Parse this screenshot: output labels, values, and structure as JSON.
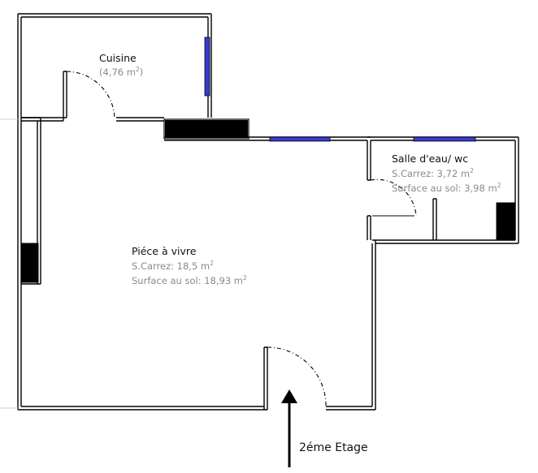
{
  "rooms": {
    "cuisine": {
      "name": "Cuisine",
      "area_open": "(4,76 m",
      "area_unit_sup": "2",
      "area_close": ")"
    },
    "salle_eau": {
      "name": "Salle d'eau/ wc",
      "carrez": "S.Carrez: 3,72 m",
      "carrez_sup": "2",
      "sol": "Surface au sol: 3,98 m",
      "sol_sup": "2"
    },
    "piece_vivre": {
      "name": "Piéce à vivre",
      "carrez": "S.Carrez: 18,5 m",
      "carrez_sup": "2",
      "sol": "Surface au sol: 18,93 m",
      "sol_sup": "2"
    }
  },
  "floor_label": "2éme Etage",
  "colors": {
    "wall": "#000000",
    "window": "#3a3ad0",
    "subtext": "#8a8a8a"
  }
}
